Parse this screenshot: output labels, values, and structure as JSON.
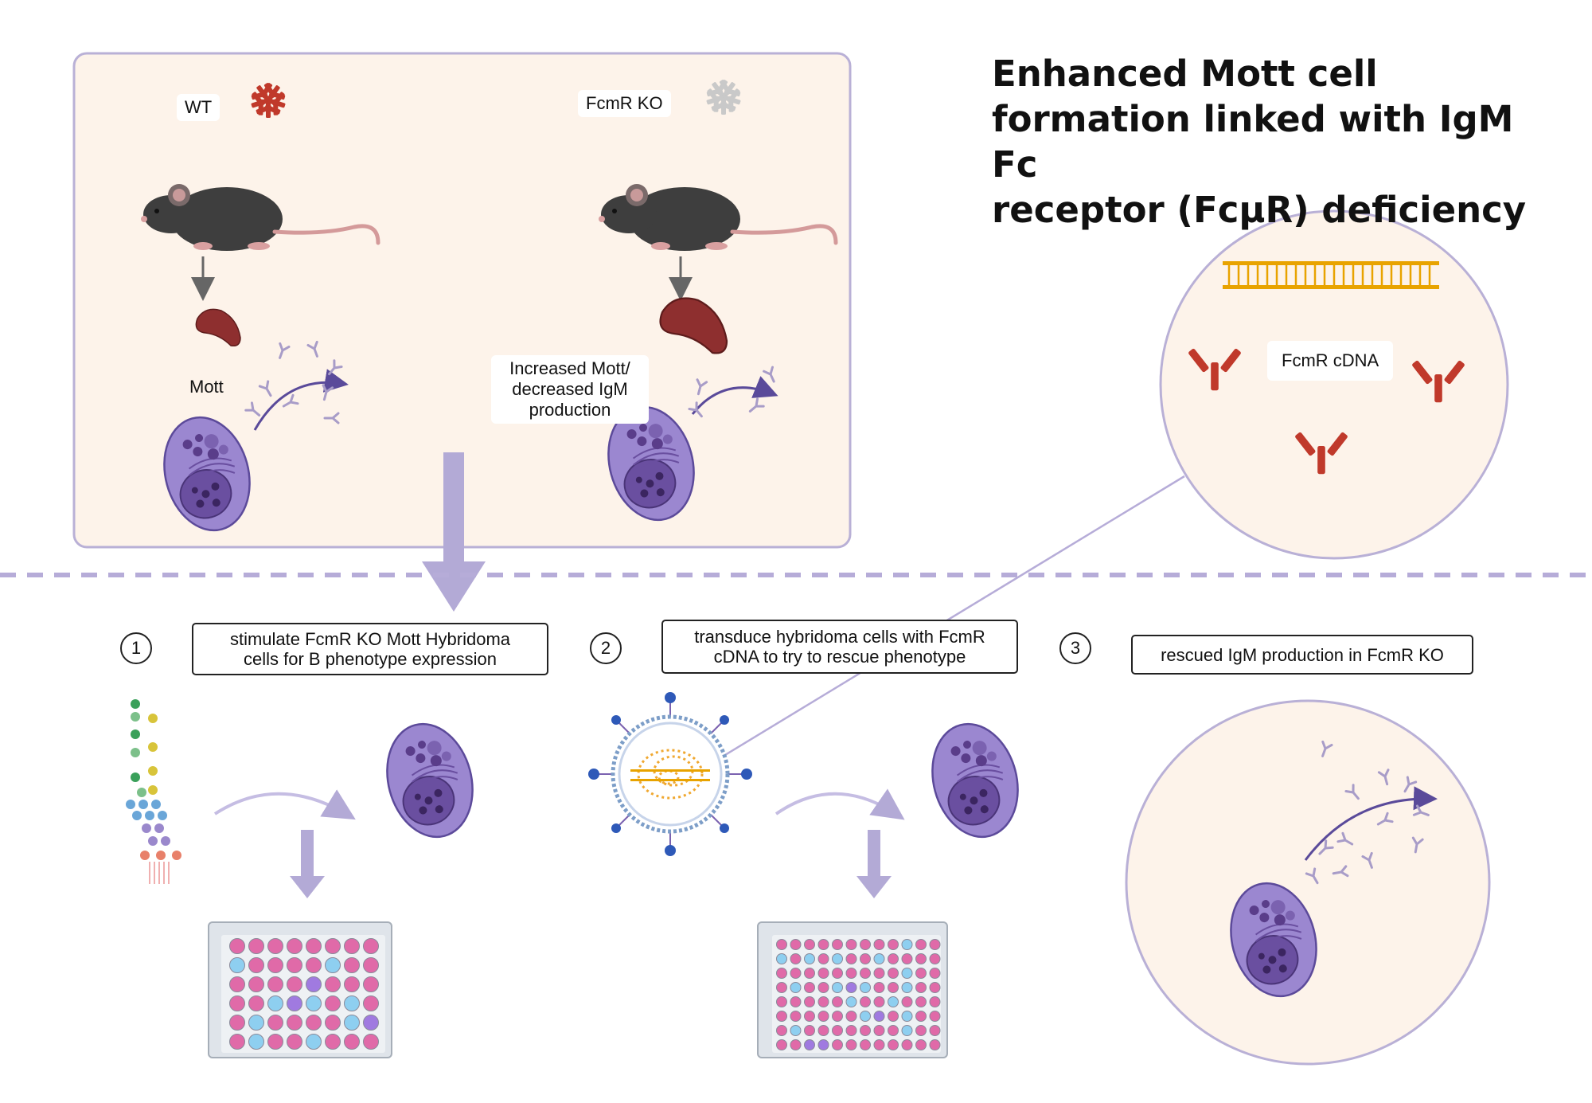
{
  "title": "Enhanced Mott cell\nformation linked with IgM Fc\nreceptor (FcμR) deficiency",
  "top_panel": {
    "wt_label": "WT",
    "ko_label": "FcmR KO",
    "wt_cell_label": "Mott",
    "ko_cell_label": "Increased Mott/\ndecreased IgM\nproduction"
  },
  "inset": {
    "label": "FcmR cDNA"
  },
  "steps": [
    {
      "number": "1",
      "text": "stimulate FcmR KO Mott Hybridoma\ncells for B phenotype expression"
    },
    {
      "number": "2",
      "text": "transduce hybridoma cells with FcmR\ncDNA to try to rescue phenotype"
    },
    {
      "number": "3",
      "text": "rescued IgM production in FcmR KO"
    }
  ],
  "colors": {
    "panel_bg": "#fdf3ea",
    "panel_border": "#b9b0d6",
    "divider": "#b6acd8",
    "arrow": "#b3aad6",
    "antibody_red": "#c0392b",
    "cell_purple": "#8a76c4",
    "well_pink": "#e06aa8",
    "well_blue": "#8ecff0"
  },
  "icons": [
    "antibody-icon",
    "mouse-icon",
    "spleen-icon",
    "plasma-cell-icon",
    "dna-icon",
    "virus-icon",
    "glycan-icon",
    "well-plate-icon"
  ]
}
